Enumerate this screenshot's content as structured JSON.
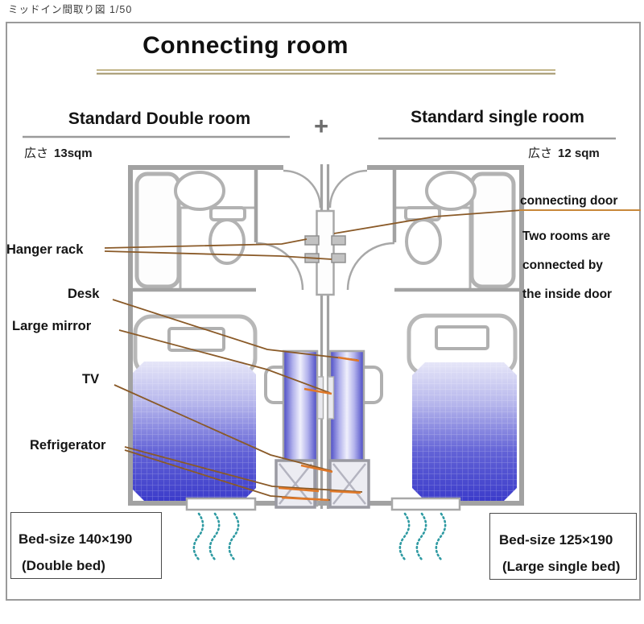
{
  "page": {
    "scale_note": "ミッドイン間取り図 1/50",
    "title": "Connecting room"
  },
  "rooms": {
    "left_title": "Standard Double room",
    "plus_sign": "+",
    "right_title": "Standard single room",
    "left_size_label": "広さ",
    "left_size_value": "13sqm",
    "right_size_label": "広さ",
    "right_size_value": "12 sqm"
  },
  "callouts": {
    "hanger_rack": "Hanger rack",
    "desk": "Desk",
    "large_mirror": "Large mirror",
    "tv": "TV",
    "refrigerator": "Refrigerator",
    "connecting_door": "connecting door",
    "connecting_note_line1": "Two rooms are",
    "connecting_note_line2": "connected by",
    "connecting_note_line3": "the inside door"
  },
  "bed_info": {
    "left_line1": "Bed-size 140×190",
    "left_line2": "(Double bed)",
    "right_line1": "Bed-size 125×190",
    "right_line2": "(Large single bed)"
  },
  "colors": {
    "wall_gray": "#a2a2a2",
    "fixture_gray": "#b2b2b2",
    "bed_gradient_top": "#e6e6f8",
    "bed_gradient_bottom": "#3b3bca",
    "desk_edge_blue": "#4848c4",
    "leader_line_brown": "#8a5a28",
    "leader_accent_orange": "#e07828",
    "curtain_teal": "#2e9aa2",
    "title_underline_tan": "#b3a67c",
    "header_underline_gray": "#9a9a9a"
  }
}
